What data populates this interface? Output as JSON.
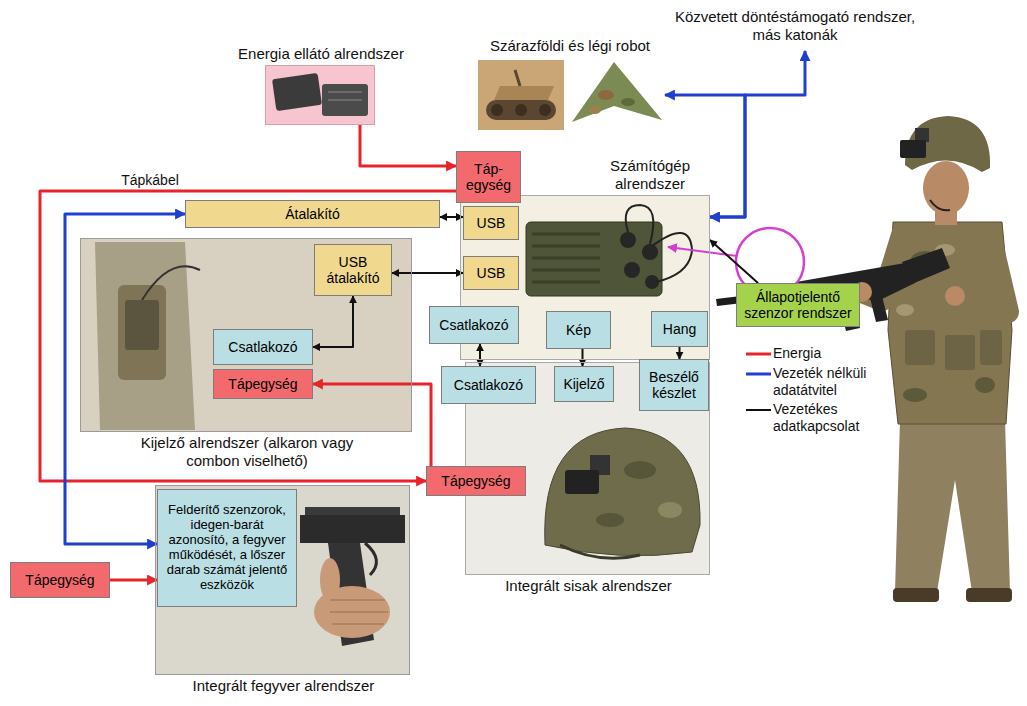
{
  "diagram": {
    "nodes": [
      {
        "text": [
          "Energia ellátó alrendszer"
        ]
      },
      {
        "text": [
          "Szárazföldi és légi robot"
        ]
      },
      {
        "text": [
          "Közvetett döntéstámogató rendszer, más katonák"
        ]
      },
      {
        "text": [
          "Számítógép alrendszer"
        ]
      },
      {
        "text": [
          "Táp- egység"
        ],
        "in": 3
      },
      {
        "text": [
          "USB"
        ],
        "in": 3
      },
      {
        "text": [
          "USB"
        ],
        "in": 3
      },
      {
        "text": [
          "Csatlakozó"
        ],
        "in": 3
      },
      {
        "text": [
          "Kép"
        ],
        "in": 3
      },
      {
        "text": [
          "Hang"
        ],
        "in": 3
      },
      {
        "text": [
          "Átalakító"
        ]
      },
      {
        "text": [
          "Kijelző alrendszer (alkaron vagy combon viselhető)"
        ]
      },
      {
        "text": [
          "USB átalakító"
        ],
        "in": 11
      },
      {
        "text": [
          "Csatlakozó"
        ],
        "in": 11
      },
      {
        "text": [
          "Tápegység"
        ],
        "in": 11
      },
      {
        "text": [
          "Állapotjelentő szenzor rendszer"
        ]
      },
      {
        "text": [
          "Integrált sisak alrendszer"
        ]
      },
      {
        "text": [
          "Csatlakozó"
        ],
        "in": 16
      },
      {
        "text": [
          "Kijelző"
        ],
        "in": 16
      },
      {
        "text": [
          "Beszélő készlet"
        ],
        "in": 16
      },
      {
        "text": [
          "Tápegység"
        ],
        "in": 16
      },
      {
        "text": [
          "Integrált fegyver alrendszer"
        ]
      },
      {
        "text": [
          "Felderítő szenzorok, idegen-barát azonosító, a fegyver működését, a lőszer darab számát jelentő eszközök"
        ],
        "in": 21
      },
      {
        "text": [
          "Tápegység"
        ]
      }
    ],
    "edges": [
      {
        "from": 0,
        "to": 4,
        "arrow": "to"
      },
      {
        "from": 3,
        "to": 1,
        "arrow": "both"
      },
      {
        "from": 3,
        "to": 2,
        "arrow": "both"
      },
      {
        "from": 10,
        "to": 5,
        "arrow": "both"
      },
      {
        "from": 12,
        "to": 6,
        "arrow": "both"
      },
      {
        "from": 12,
        "to": 13,
        "arrow": "both"
      },
      {
        "from": 7,
        "to": 17,
        "arrow": "both"
      },
      {
        "from": 8,
        "to": 18,
        "arrow": "to"
      },
      {
        "from": 9,
        "to": 19,
        "arrow": "to"
      },
      {
        "from": 15,
        "to": 3,
        "arrow": "to"
      },
      {
        "from": 4,
        "to": 20,
        "arrow": "to",
        "label": "Tápkábel"
      },
      {
        "from": 20,
        "to": 14,
        "arrow": "to"
      },
      {
        "from": 23,
        "to": 22,
        "arrow": "to"
      },
      {
        "from": 10,
        "to": 22,
        "arrow": "both"
      }
    ],
    "legend": [
      {
        "text": "Energia"
      },
      {
        "text": "Vezeték nélküli adatátvitel"
      },
      {
        "text": "Vezetékes adatkapcsolat"
      }
    ]
  }
}
